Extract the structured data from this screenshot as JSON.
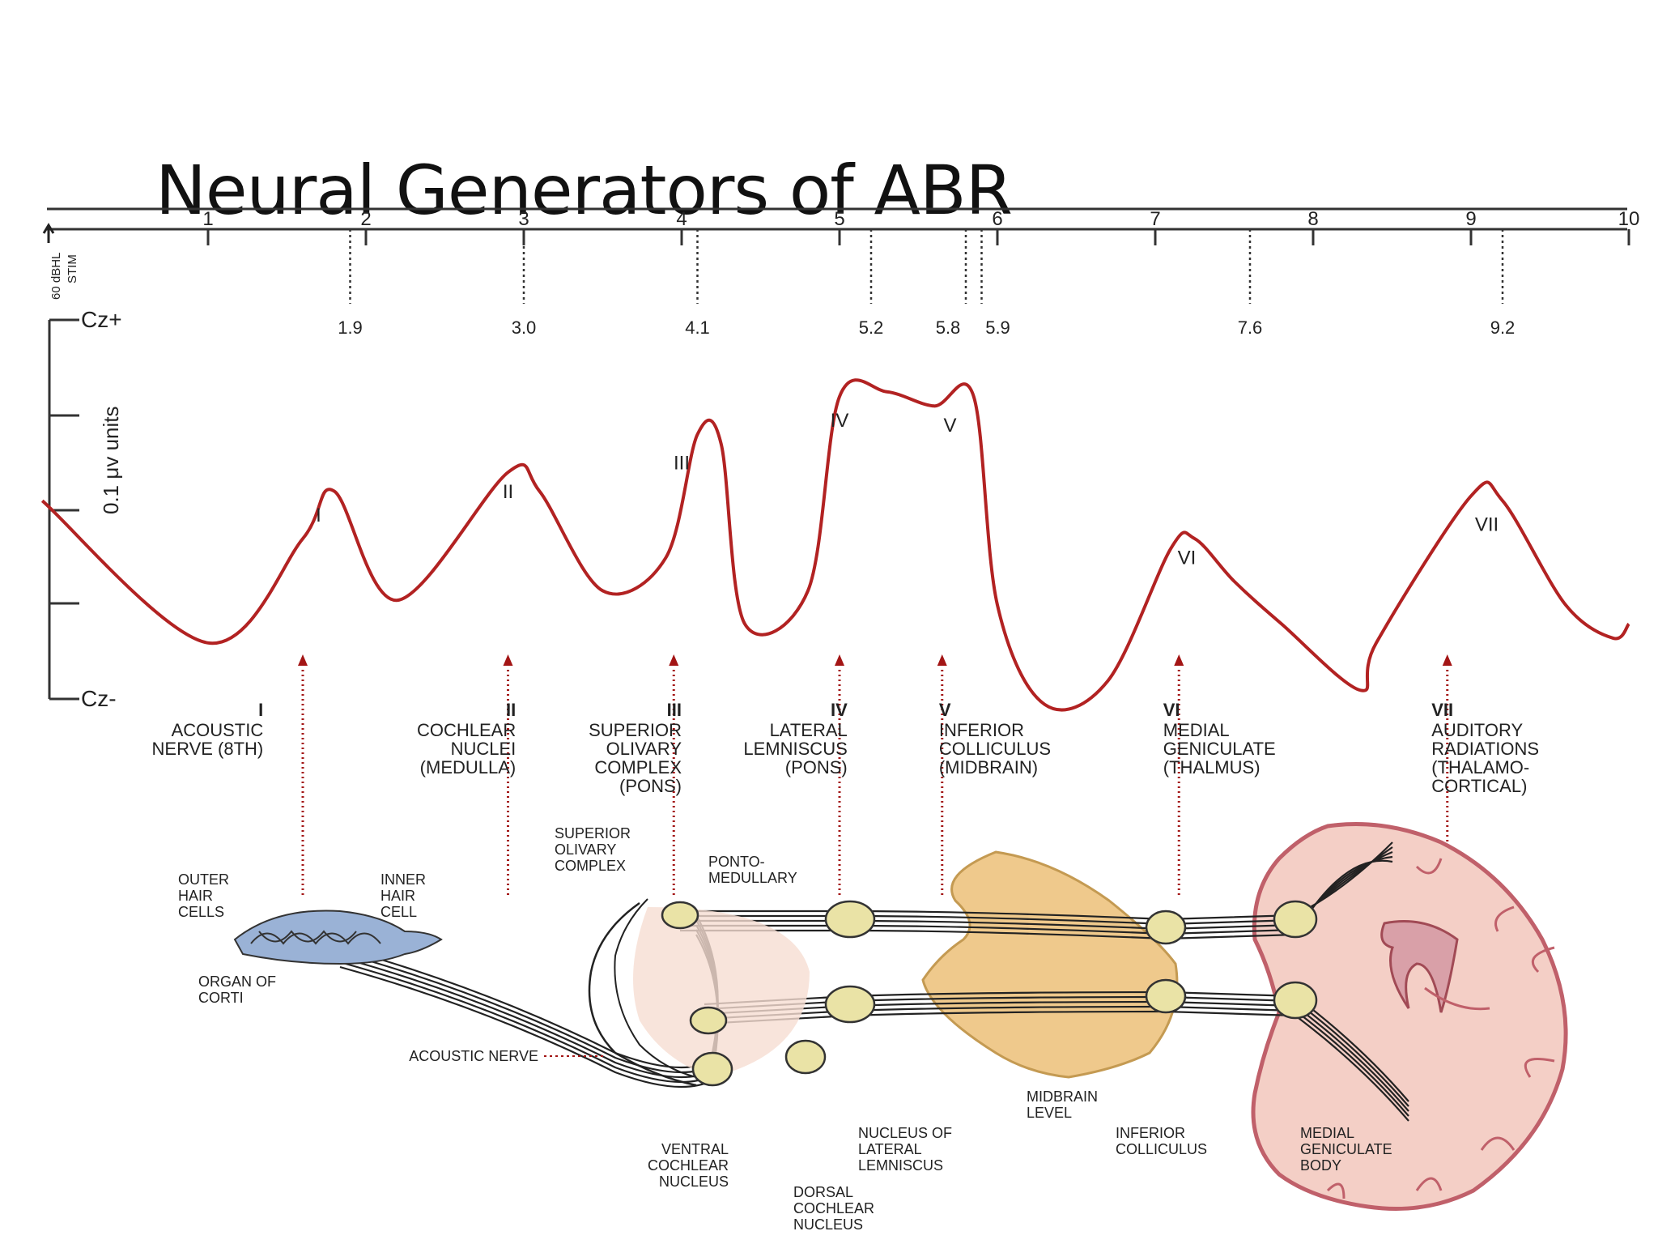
{
  "title": "Neural Generators of ABR",
  "axis": {
    "ticks": [
      "1",
      "2",
      "3",
      "4",
      "5",
      "6",
      "7",
      "8",
      "9",
      "10"
    ],
    "stim_label": [
      "60 dBHL",
      "STIM"
    ],
    "y_label": "0.1  μv  units",
    "cz_plus": "Cz+",
    "cz_minus": "Cz-"
  },
  "latencies": [
    {
      "value": 1.9,
      "label": "1.9"
    },
    {
      "value": 3.0,
      "label": "3.0"
    },
    {
      "value": 4.1,
      "label": "4.1"
    },
    {
      "value": 5.2,
      "label": "5.2"
    },
    {
      "value": 5.8,
      "label": "5.8"
    },
    {
      "value": 5.9,
      "label": "5.9"
    },
    {
      "value": 7.6,
      "label": "7.6"
    },
    {
      "value": 9.2,
      "label": "9.2"
    }
  ],
  "waves": [
    "I",
    "II",
    "III",
    "IV",
    "V",
    "VI",
    "VII"
  ],
  "generators": [
    {
      "num": "I",
      "lines": [
        "ACOUSTIC",
        "NERVE (8TH)"
      ]
    },
    {
      "num": "II",
      "lines": [
        "COCHLEAR",
        "NUCLEI",
        "(MEDULLA)"
      ]
    },
    {
      "num": "III",
      "lines": [
        "SUPERIOR",
        "OLIVARY",
        "COMPLEX",
        "(PONS)"
      ]
    },
    {
      "num": "IV",
      "lines": [
        "LATERAL",
        "LEMNISCUS",
        "(PONS)"
      ]
    },
    {
      "num": "V",
      "lines": [
        "INFERIOR",
        "COLLICULUS",
        "(MIDBRAIN)"
      ]
    },
    {
      "num": "VI",
      "lines": [
        "MEDIAL",
        "GENICULATE",
        "(THALMUS)"
      ]
    },
    {
      "num": "VII",
      "lines": [
        "AUDITORY",
        "RADIATIONS",
        "(THALAMO-",
        "CORTICAL)"
      ]
    }
  ],
  "anatomy": {
    "outer_hair": [
      "OUTER",
      "HAIR",
      "CELLS"
    ],
    "inner_hair": [
      "INNER",
      "HAIR",
      "CELL"
    ],
    "organ": [
      "ORGAN OF",
      "CORTI"
    ],
    "acoustic_nerve": "ACOUSTIC NERVE",
    "superior_olivary": [
      "SUPERIOR",
      "OLIVARY",
      "COMPLEX"
    ],
    "ponto": [
      "PONTO-",
      "MEDULLARY"
    ],
    "ventral": [
      "VENTRAL",
      "COCHLEAR",
      "NUCLEUS"
    ],
    "dorsal": [
      "DORSAL",
      "COCHLEAR",
      "NUCLEUS"
    ],
    "nucleus_ll": [
      "NUCLEUS OF",
      "LATERAL",
      "LEMNISCUS"
    ],
    "midbrain": [
      "MIDBRAIN",
      "LEVEL"
    ],
    "inferior_coll": [
      "INFERIOR",
      "COLLICULUS"
    ],
    "mgb": [
      "MEDIAL",
      "GENICULATE",
      "BODY"
    ]
  },
  "colors": {
    "waveform": "#b22222",
    "pointer": "#a31515",
    "midbrain_fill": "#efc98c",
    "brain_fill": "#f4cfc6",
    "brain_stroke": "#c0606a",
    "nucleus_fill": "#eae3a6",
    "cochlea_fill": "#9ab2d6"
  }
}
